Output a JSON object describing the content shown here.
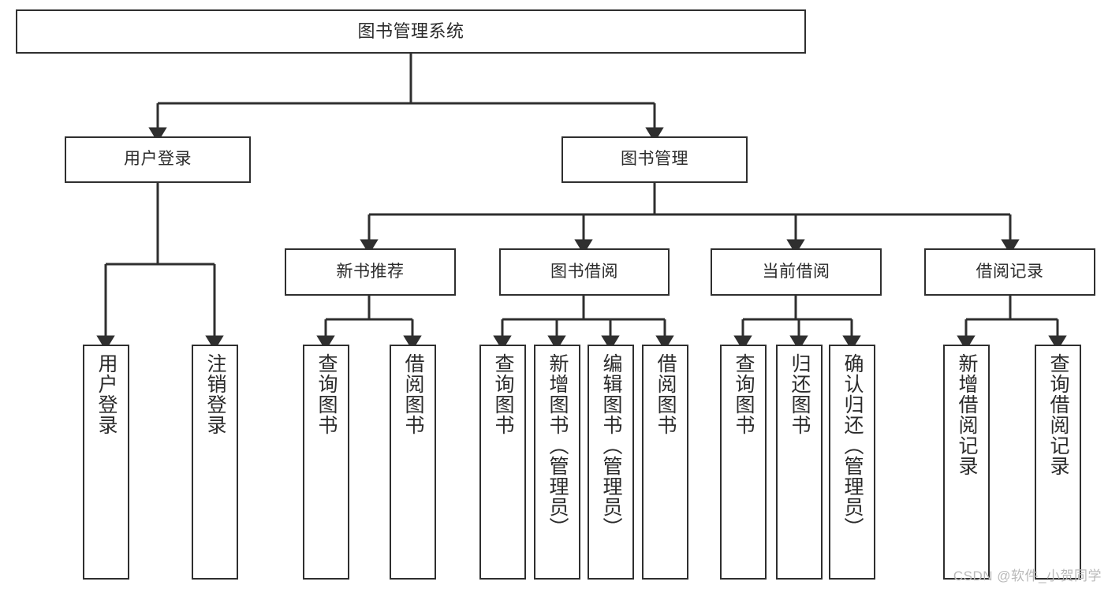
{
  "diagram": {
    "type": "tree-structure-chart",
    "title": "图书管理系统",
    "watermark": "CSDN @软件_小贺同学",
    "colors": {
      "box_border": "#2f2f2f",
      "box_fill": "#ffffff",
      "edge": "#2f2f2f",
      "text": "#2b2b2b",
      "watermark": "#b9b9b9",
      "background": "#ffffff"
    },
    "nodes": {
      "root": {
        "label": "图书管理系统"
      },
      "level2": [
        {
          "id": "user-login",
          "label": "用户登录"
        },
        {
          "id": "book-manage",
          "label": "图书管理"
        }
      ],
      "level3": [
        {
          "id": "new-book-recommend",
          "label": "新书推荐"
        },
        {
          "id": "book-borrow",
          "label": "图书借阅"
        },
        {
          "id": "current-borrow",
          "label": "当前借阅"
        },
        {
          "id": "borrow-record",
          "label": "借阅记录"
        }
      ],
      "leaves": {
        "user-login": [
          {
            "id": "leaf-user-login",
            "label": "用户登录"
          },
          {
            "id": "leaf-logout",
            "label": "注销登录"
          }
        ],
        "new-book-recommend": [
          {
            "id": "leaf-query-book-1",
            "label": "查询图书"
          },
          {
            "id": "leaf-borrow-book-1",
            "label": "借阅图书"
          }
        ],
        "book-borrow": [
          {
            "id": "leaf-query-book-2",
            "label": "查询图书"
          },
          {
            "id": "leaf-add-book",
            "label": "新增图书（管理员）"
          },
          {
            "id": "leaf-edit-book",
            "label": "编辑图书（管理员）"
          },
          {
            "id": "leaf-borrow-book-2",
            "label": "借阅图书"
          }
        ],
        "current-borrow": [
          {
            "id": "leaf-query-book-3",
            "label": "查询图书"
          },
          {
            "id": "leaf-return-book",
            "label": "归还图书"
          },
          {
            "id": "leaf-confirm-return",
            "label": "确认归还（管理员）"
          }
        ],
        "borrow-record": [
          {
            "id": "leaf-add-record",
            "label": "新增借阅记录"
          },
          {
            "id": "leaf-query-record",
            "label": "查询借阅记录"
          }
        ]
      }
    }
  }
}
